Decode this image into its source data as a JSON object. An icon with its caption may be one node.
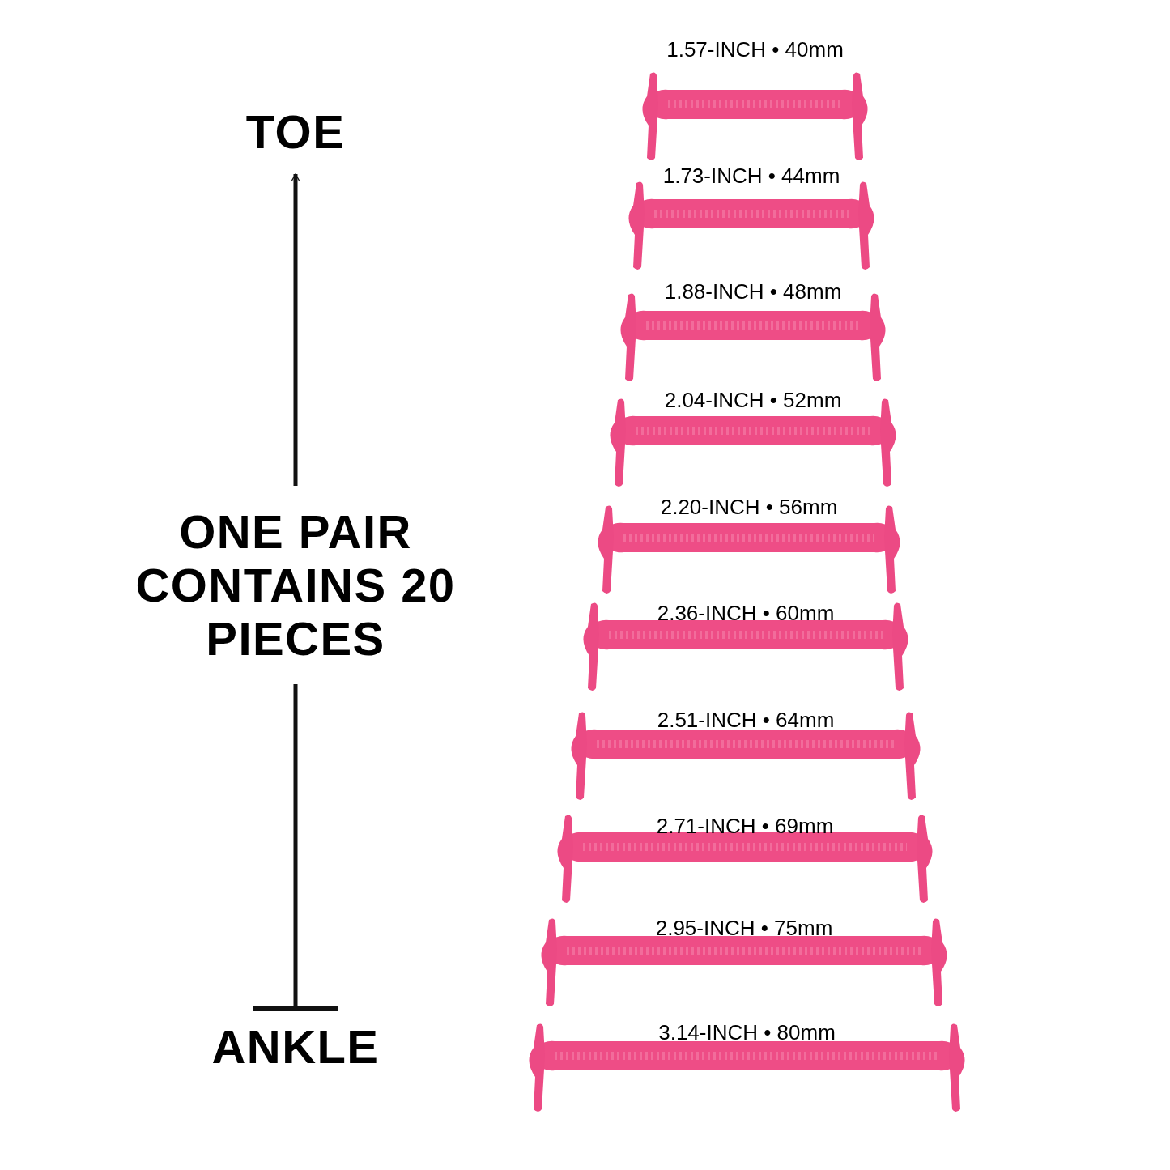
{
  "diagram": {
    "nodes": [
      {
        "text": [
          "TOE"
        ]
      },
      {
        "text": [
          "ONE PAIR CONTAINS 20 PIECES"
        ]
      },
      {
        "text": [
          "ANKLE"
        ]
      }
    ],
    "edges": [
      {
        "from": 1,
        "to": 0,
        "arrow": "to"
      },
      {
        "from": 1,
        "to": 2,
        "arrow": "other"
      }
    ],
    "labels": [
      "1.57-INCH • 40mm",
      "1.73-INCH • 44mm",
      "1.88-INCH • 48mm",
      "2.04-INCH • 52mm",
      "2.20-INCH • 56mm",
      "2.36-INCH • 60mm",
      "2.51-INCH • 64mm",
      "2.71-INCH • 69mm",
      "2.95-INCH • 75mm",
      "3.14-INCH • 80mm"
    ]
  }
}
